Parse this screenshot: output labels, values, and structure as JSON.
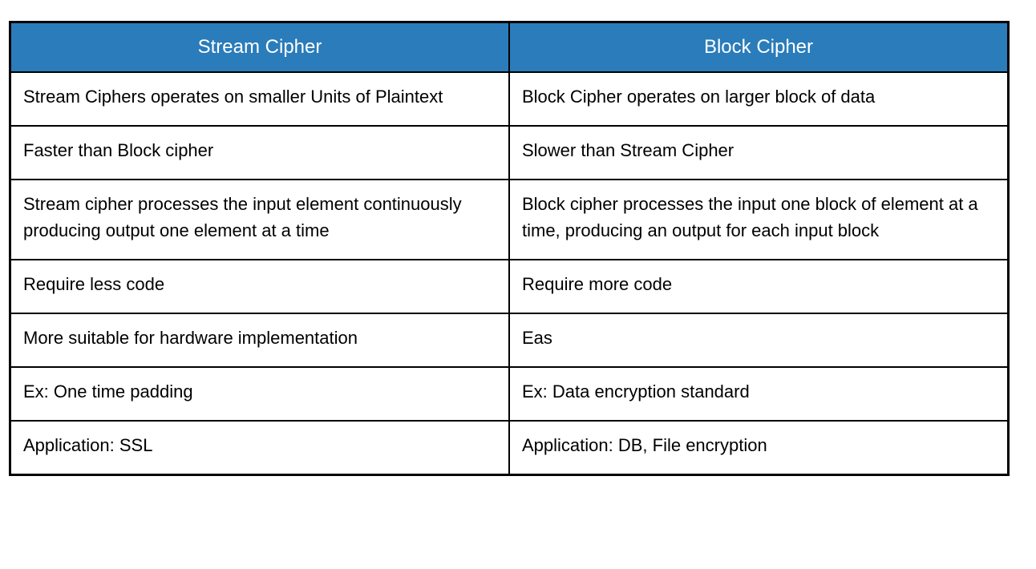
{
  "table": {
    "columns": [
      "Stream Cipher",
      "Block Cipher"
    ],
    "rows": [
      [
        "Stream Ciphers operates on smaller Units of Plaintext",
        "Block Cipher operates on larger block of data"
      ],
      [
        "Faster than Block cipher",
        "Slower than Stream Cipher"
      ],
      [
        "Stream cipher processes the input element continuously producing output one element at a time",
        "Block cipher processes the input one block of element at a time, producing an output for each input block"
      ],
      [
        "Require less code",
        "Require more code"
      ],
      [
        "More suitable for hardware implementation",
        "Eas"
      ],
      [
        "Ex: One time padding",
        "Ex: Data encryption standard"
      ],
      [
        "Application: SSL",
        "Application: DB, File encryption"
      ]
    ]
  },
  "colors": {
    "header_bg": "#2a7cba",
    "header_text": "#ffffff",
    "body_text": "#000000",
    "border": "#000000",
    "page_bg": "#ffffff"
  }
}
